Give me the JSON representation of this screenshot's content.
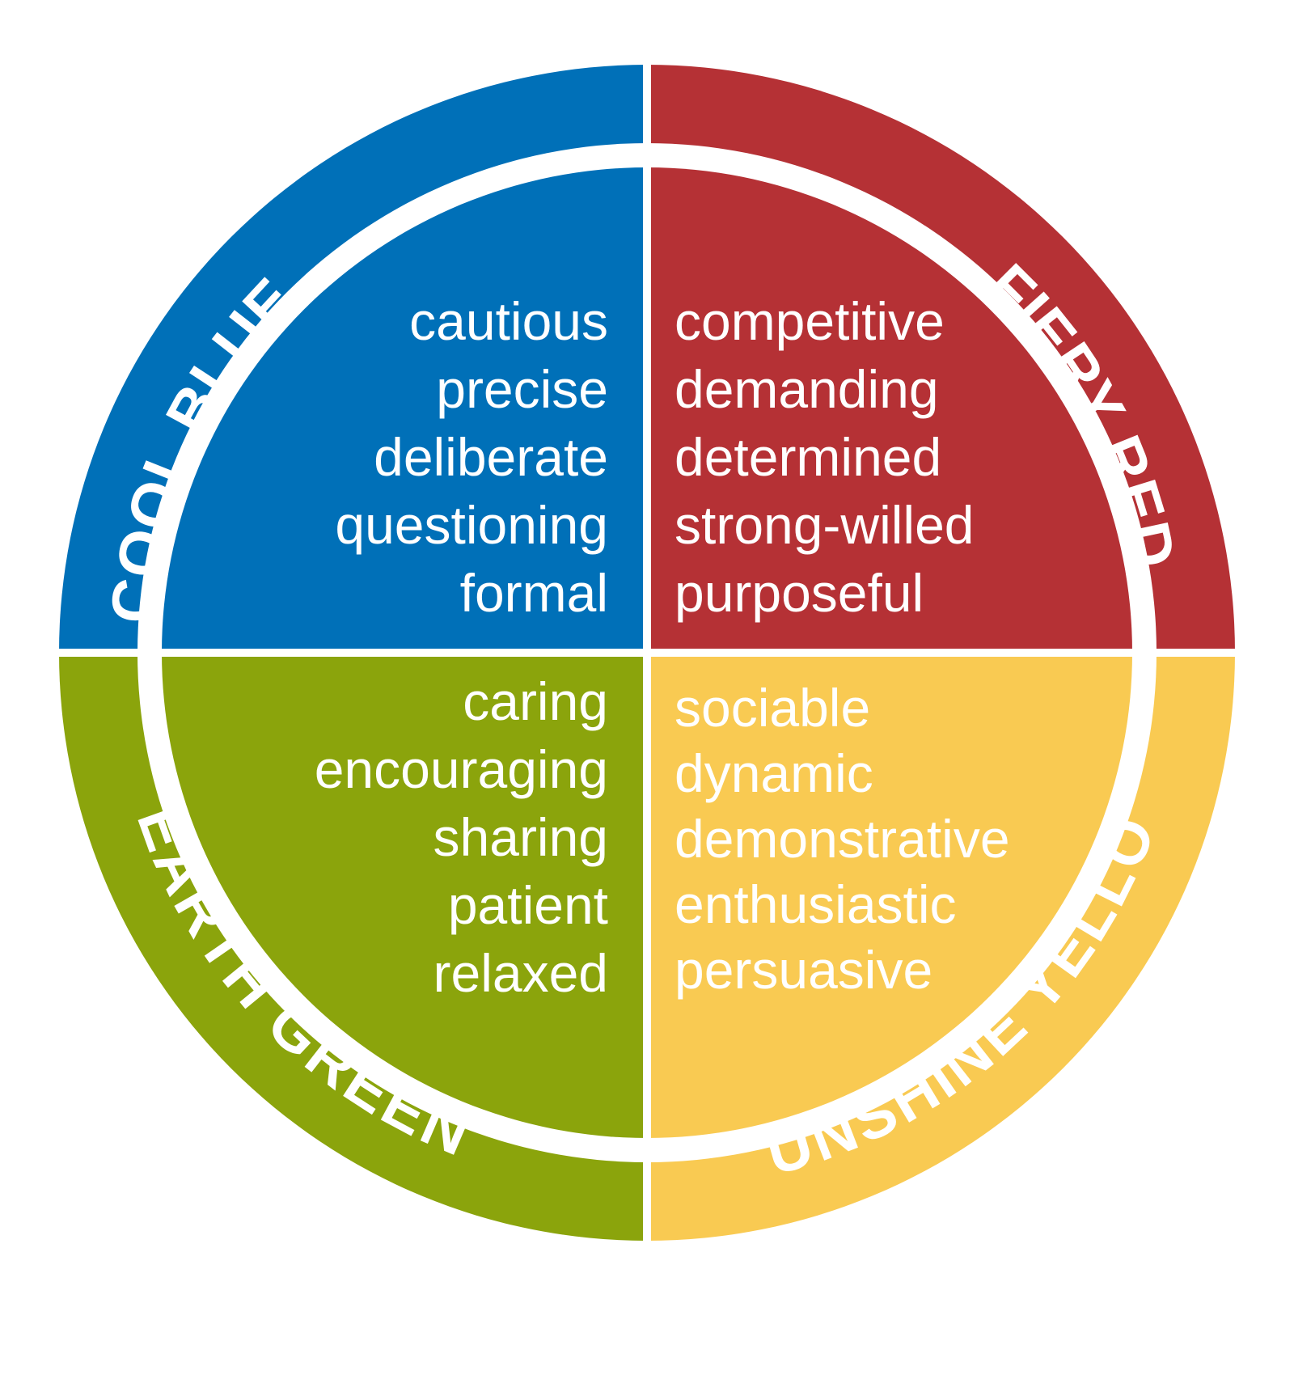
{
  "quadrants": [
    {
      "key": "blue",
      "label": "COOL BLUE",
      "color": "#0070b8",
      "traits": [
        "cautious",
        "precise",
        "deliberate",
        "questioning",
        "formal"
      ]
    },
    {
      "key": "red",
      "label": "FIERY RED",
      "color": "#b53135",
      "traits": [
        "competitive",
        "demanding",
        "determined",
        "strong-willed",
        "purposeful"
      ]
    },
    {
      "key": "green",
      "label": "EARTH GREEN",
      "color": "#8ba40c",
      "traits": [
        "caring",
        "encouraging",
        "sharing",
        "patient",
        "relaxed"
      ]
    },
    {
      "key": "yellow",
      "label": "SUNSHINE YELLOW",
      "color": "#f9ca52",
      "traits": [
        "sociable",
        "dynamic",
        "demonstrative",
        "enthusiastic",
        "persuasive"
      ]
    }
  ]
}
